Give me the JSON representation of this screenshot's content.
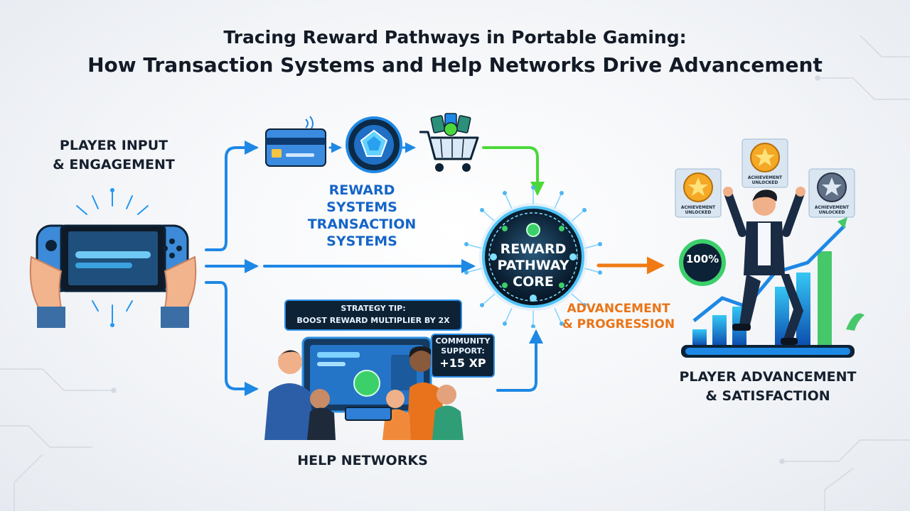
{
  "title": {
    "line1": "Tracing Reward Pathways in Portable Gaming:",
    "line2": "How Transaction Systems and Help Networks Drive Advancement"
  },
  "labels": {
    "player_input": [
      "PLAYER INPUT",
      "& ENGAGEMENT"
    ],
    "reward_systems": [
      "REWARD",
      "SYSTEMS",
      "TRANSACTION",
      "SYSTEMS"
    ],
    "core": [
      "REWARD",
      "PATHWAY",
      "CORE"
    ],
    "advancement": [
      "ADVANCEMENT",
      "& PROGRESSION"
    ],
    "help_networks": "HELP NETWORKS",
    "player_advancement": [
      "PLAYER ADVANCEMENT",
      "& SATISFACTION"
    ]
  },
  "bubbles": {
    "strategy_tip": [
      "STRATEGY TIP:",
      "BOOST REWARD MULTIPLIER BY 2X"
    ],
    "community": [
      "COMMUNITY",
      "SUPPORT:",
      "+15 XP"
    ]
  },
  "progress": {
    "percent_label": "100%",
    "value": 1.0
  },
  "badges": {
    "caption": [
      "ACHIEVEMENT",
      "UNLOCKED"
    ]
  },
  "colors": {
    "title": "#121a26",
    "flow_blue": "#1e88e5",
    "flow_green": "#4cd83a",
    "flow_orange": "#f07b14",
    "label_blue": "#1565c8",
    "label_orange": "#ea7417",
    "core_dark": "#0c2236"
  },
  "icons": [
    "handheld-console-icon",
    "credit-card-icon",
    "gem-token-icon",
    "shopping-cart-icon",
    "reward-core-icon",
    "achievement-badge-icon",
    "progress-ring-icon",
    "growth-chart-icon",
    "celebrating-player-icon",
    "community-group-icon"
  ]
}
